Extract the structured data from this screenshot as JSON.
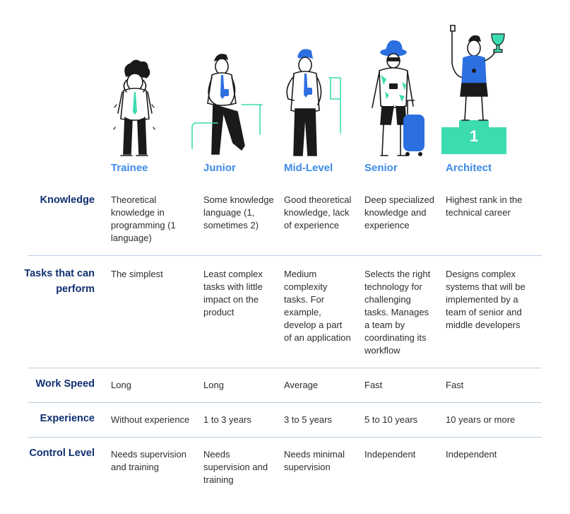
{
  "levels": [
    "Trainee",
    "Junior",
    "Mid-Level",
    "Senior",
    "Architect"
  ],
  "rows": [
    {
      "label": "Knowledge",
      "cells": [
        "Theoretical knowledge in programming (1 language)",
        "Some knowledge language (1, sometimes 2)",
        "Good theoretical knowledge, lack of experience",
        "Deep specialized knowledge and experience",
        "Highest rank in the technical career"
      ]
    },
    {
      "label": "Tasks that can perform",
      "cells": [
        "The simplest",
        "Least complex tasks with little impact on the product",
        "Medium complexity tasks. For example, develop a part of an application",
        "Selects the right technology for challenging tasks. Manages a team by coordinating its workflow",
        "Designs complex systems that will be implemented by a team of senior and middle developers"
      ]
    },
    {
      "label": "Work Speed",
      "cells": [
        "Long",
        "Long",
        "Average",
        "Fast",
        "Fast"
      ]
    },
    {
      "label": "Experience",
      "cells": [
        "Without experience",
        "1 to 3 years",
        "3 to 5 years",
        "5 to 10 years",
        "10 years or more"
      ]
    },
    {
      "label": "Control Level",
      "cells": [
        "Needs supervision and training",
        "Needs supervision and training",
        "Needs minimal supervision",
        "Independent",
        "Independent"
      ]
    }
  ],
  "pedestal_number": "1",
  "colors": {
    "heading_blue": "#3d8be8",
    "row_label_navy": "#0f2f70",
    "divider": "#b9cde3",
    "figure_blue": "#2c6fe0",
    "mint": "#3ddcb0",
    "outline": "#1a1a1a"
  },
  "icons": [
    "trainee-figure-illustration",
    "junior-figure-illustration",
    "mid-level-figure-illustration",
    "senior-figure-illustration",
    "architect-figure-illustration",
    "trophy-icon",
    "suitcase-icon",
    "pedestal-icon"
  ]
}
